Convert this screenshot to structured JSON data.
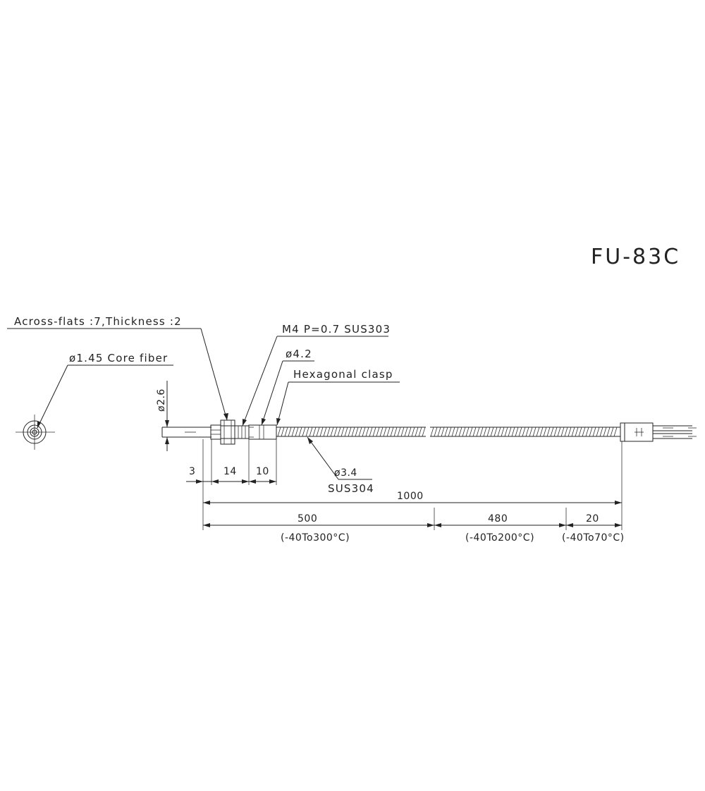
{
  "drawing": {
    "model": "FU-83C",
    "callouts": {
      "across_flats": "Across-flats :7,Thickness :2",
      "thread": "M4  P=0.7  SUS303",
      "dia_nut": "ø4.2",
      "hex_clasp": "Hexagonal clasp",
      "core_fiber": "ø1.45  Core fiber",
      "dia_tip": "ø2.6",
      "dia_sheath": "ø3.4",
      "sheath_material": "SUS304"
    },
    "dimensions": {
      "d3": "3",
      "d14": "14",
      "d10": "10",
      "total": "1000",
      "seg1": "500",
      "seg2": "480",
      "seg3": "20"
    },
    "temperatures": {
      "seg1": "(-40To300°C)",
      "seg2": "(-40To200°C)",
      "seg3": "(-40To70°C)"
    }
  }
}
